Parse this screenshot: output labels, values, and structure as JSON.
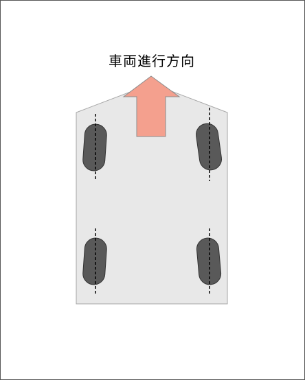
{
  "diagram": {
    "direction_label": "車両進行方向",
    "colors": {
      "body_fill": "#e8e8e8",
      "body_stroke": "#a6a6a6",
      "arrow_fill": "#f4a08e",
      "arrow_stroke": "#8c8c8c",
      "wheel_fill": "#595959",
      "wheel_stroke": "#333333",
      "axis_line": "#000000"
    },
    "wheels": [
      {
        "name": "front-left-wheel"
      },
      {
        "name": "front-right-wheel"
      },
      {
        "name": "rear-left-wheel"
      },
      {
        "name": "rear-right-wheel"
      }
    ]
  }
}
